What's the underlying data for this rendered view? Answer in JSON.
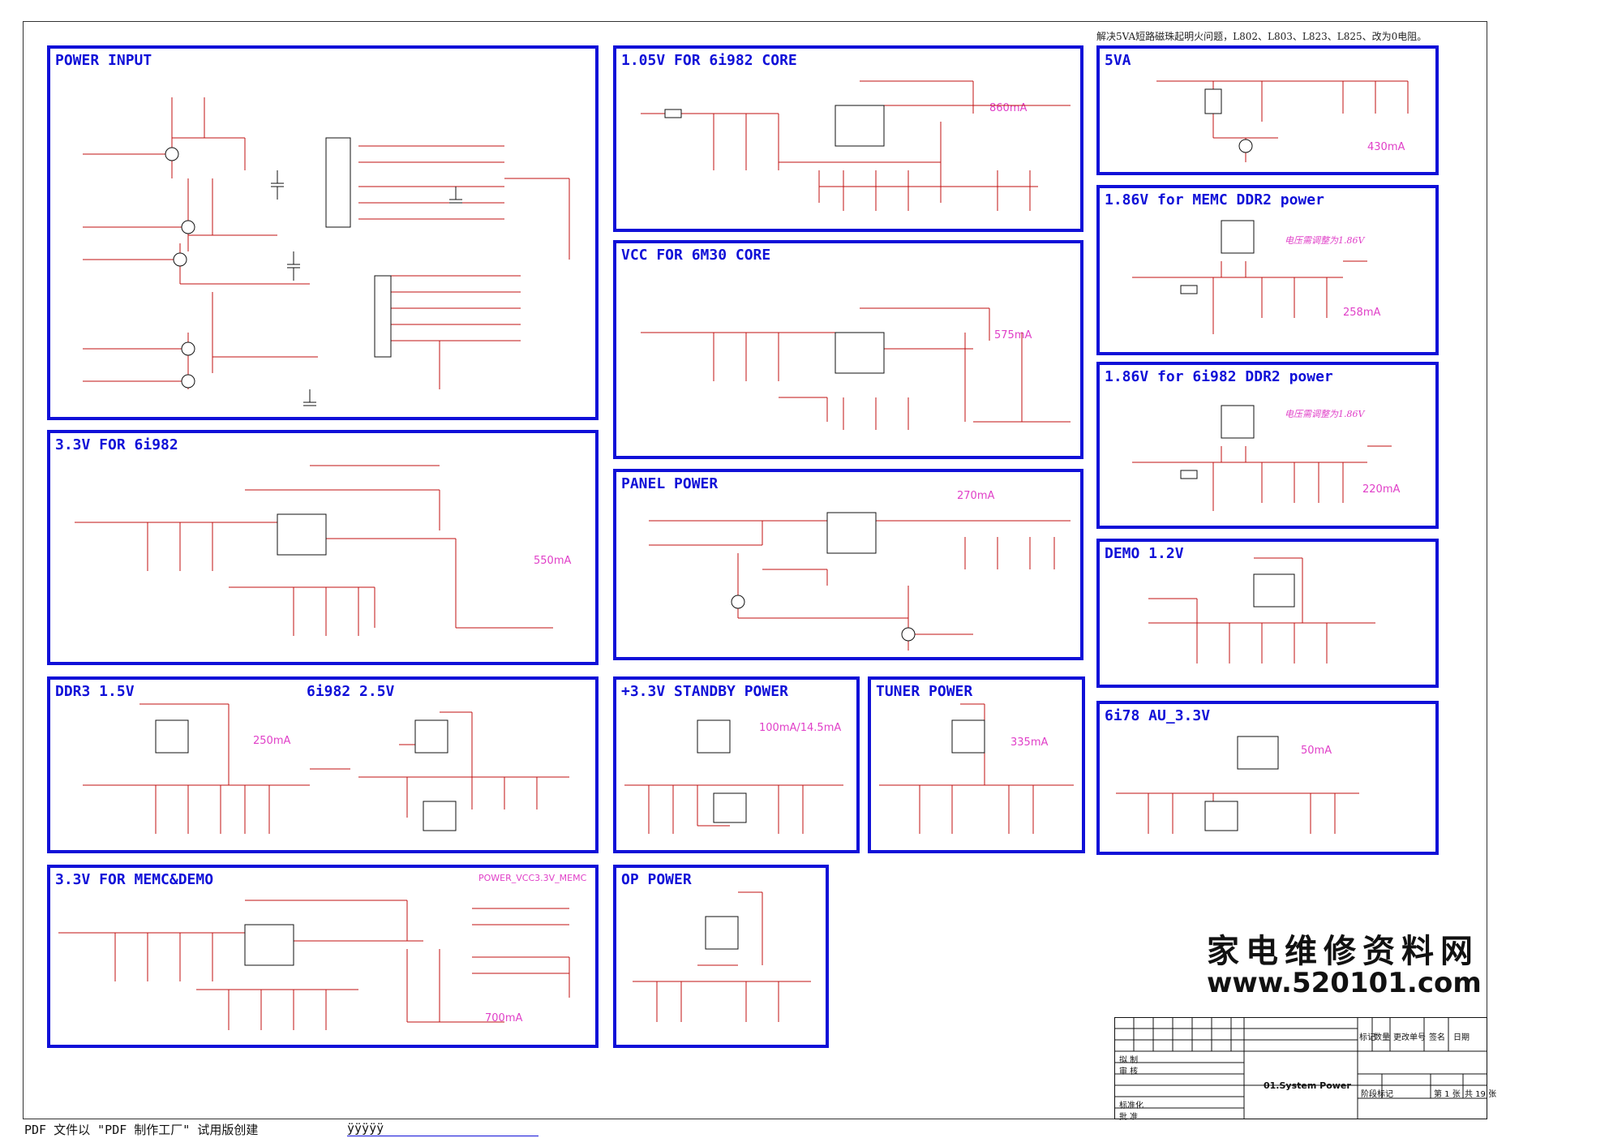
{
  "top_note": "解决5VA短路磁珠起明火问题，L802、L803、L823、L825、改为0电阻。",
  "blocks": {
    "power_input": {
      "title": "POWER  INPUT"
    },
    "v105_6i982": {
      "title": "1.05V  FOR  6i982  CORE",
      "current": "860mA"
    },
    "v5va": {
      "title": "5VA",
      "current": "430mA"
    },
    "vcc_6m30": {
      "title": "VCC  FOR  6M30  CORE",
      "current": "575mA"
    },
    "memc_ddr2": {
      "title": "1.86V  for  MEMC  DDR2  power",
      "note": "电压需调整为1.86V",
      "current": "258mA"
    },
    "panel_power": {
      "title": "PANEL  POWER",
      "current": "270mA"
    },
    "v186_6i982": {
      "title": "1.86V  for  6i982  DDR2  power",
      "note": "电压需调整为1.86V",
      "current": "220mA"
    },
    "v33_6i982": {
      "title": "3.3V  FOR  6i982",
      "current": "550mA"
    },
    "demo12": {
      "title": "DEMO  1.2V"
    },
    "ddr3": {
      "title": "DDR3  1.5V",
      "subtitle": "6i982  2.5V",
      "current": "250mA"
    },
    "standby": {
      "title": "+3.3V  STANDBY  POWER",
      "current": "100mA/14.5mA"
    },
    "tuner": {
      "title": "TUNER  POWER",
      "current": "335mA"
    },
    "au33": {
      "title": "6i78  AU_3.3V",
      "current": "50mA"
    },
    "memc_demo": {
      "title": "3.3V  FOR  MEMC&DEMO",
      "current": "700mA",
      "net": "POWER_VCC3.3V_MEMC"
    },
    "op_power": {
      "title": "OP  POWER"
    }
  },
  "watermark": {
    "cn": "家电维修资料网",
    "url": "www.520101.com"
  },
  "title_block": {
    "headers": [
      "标记",
      "数量",
      "更改单号",
      "签名",
      "日期"
    ],
    "rows": [
      "拟  制",
      "审  核",
      "标准化",
      "批  准"
    ],
    "drawing_name": "01.System Power",
    "stage": "阶段标记",
    "sheet": "第 1 张",
    "total": "共 19 张"
  },
  "footer": {
    "text": "PDF 文件以 \"PDF 制作工厂\" 试用版创建",
    "link": "ÿÿÿÿÿ"
  },
  "colors": {
    "block_border": "#1010d8",
    "wire": "#c01010",
    "current_label": "#e040c8"
  }
}
